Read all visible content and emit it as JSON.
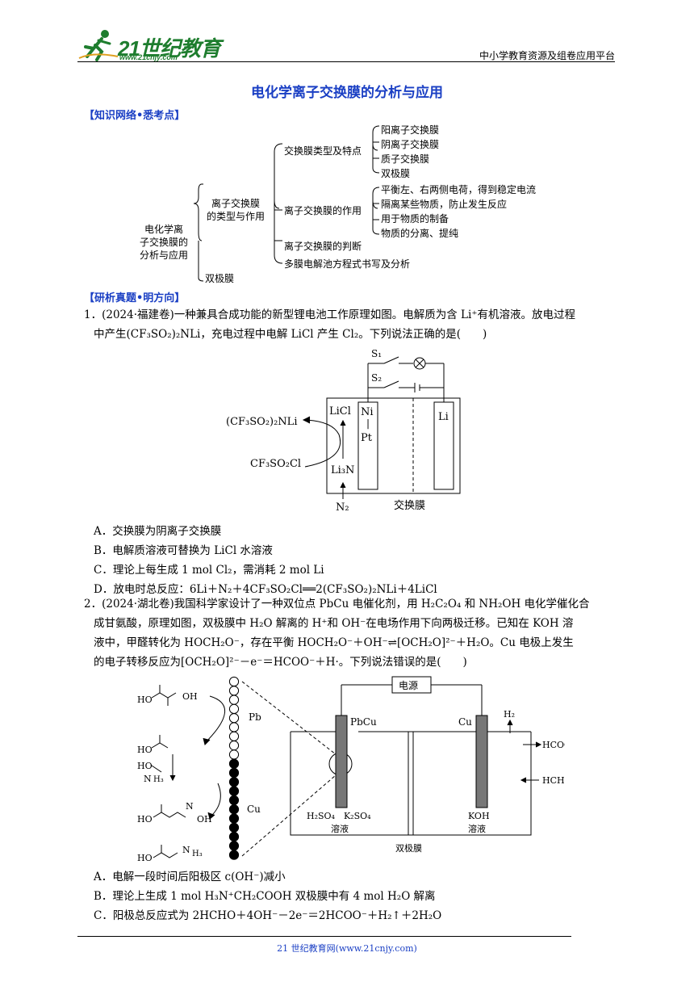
{
  "header": {
    "logo_text": "21世纪教育",
    "logo_url": "www.21cnjy.com",
    "platform": "中小学教育资源及组卷应用平台"
  },
  "title": "电化学离子交换膜的分析与应用",
  "section1": "【知识网络•悉考点】",
  "mindmap": {
    "root": [
      "电化学离",
      "子交换膜的",
      "分析与应用"
    ],
    "branch1": [
      "离子交换膜",
      "的类型与作用"
    ],
    "branch2": "双极膜",
    "types_label": "交换膜类型及特点",
    "types": [
      "阳离子交换膜",
      "阴离子交换膜",
      "质子交换膜",
      "双极膜"
    ],
    "roles_label": "离子交换膜的作用",
    "roles": [
      "平衡左、右两侧电荷，得到稳定电流",
      "隔离某些物质，防止发生反应",
      "用于物质的制备",
      "物质的分离、提纯"
    ],
    "judge": "离子交换膜的判断",
    "multi": "多膜电解池方程式书写及分析"
  },
  "section2": "【研析真题•明方向】",
  "q1": {
    "stem_l1": "1．(2024·福建卷)一种兼具合成功能的新型锂电池工作原理如图。电解质为含 Li⁺有机溶液。放电过程",
    "stem_l2": "中产生(CF₃SO₂)₂NLi，充电过程中电解 LiCl 产生 Cl₂。下列说法正确的是(　　)",
    "options": [
      "A．交换膜为阴离子交换膜",
      "B．电解质溶液可替换为 LiCl 水溶液",
      "C．理论上每生成 1 mol Cl₂，需消耗 2 mol Li",
      "D．放电时总反应：6Li＋N₂＋4CF₃SO₂Cl══2(CF₃SO₂)₂NLi＋4LiCl"
    ],
    "fig": {
      "s1": "S₁",
      "s2": "S₂",
      "licl": "LiCl",
      "ni": "Ni",
      "pt": "Pt",
      "li": "Li",
      "prod": "(CF₃SO₂)₂NLi",
      "reag": "CF₃SO₂Cl",
      "li3n": "Li₃N",
      "n2": "N₂",
      "membrane": "交换膜"
    }
  },
  "q2": {
    "l1": "2．(2024·湖北卷)我国科学家设计了一种双位点 PbCu 电催化剂，用 H₂C₂O₄ 和 NH₂OH 电化学催化合",
    "l2": "成甘氨酸，原理如图，双极膜中 H₂O 解离的 H⁺和 OH⁻在电场作用下向两极迁移。已知在 KOH 溶",
    "l3": "液中，甲醛转化为 HOCH₂O⁻，存在平衡 HOCH₂O⁻＋OH⁻⇌[OCH₂O]²⁻＋H₂O。Cu 电极上发生",
    "l4": "的电子转移反应为[OCH₂O]²⁻－e⁻＝HCOO⁻＋H·。下列说法错误的是(　　)",
    "options": [
      "A．电解一段时间后阳极区 c(OH⁻)减小",
      "B．理论上生成 1 mol H₃N⁺CH₂COOH 双极膜中有 4 mol H₂O 解离",
      "C．阳极总反应式为 2HCHO＋4OH⁻－2e⁻＝2HCOO⁻＋H₂↑＋2H₂O"
    ],
    "fig": {
      "power": "电源",
      "pbcu": "PbCu",
      "cu_el": "Cu",
      "h2": "H₂",
      "hcoo": "HCOO⁻",
      "hcho": "HCHO",
      "left_sol1": "H₂SO₄　K₂SO₄",
      "left_sol2": "溶液",
      "right_sol1": "KOH",
      "right_sol2": "溶液",
      "bpm": "双极膜",
      "pb": "Pb",
      "cu": "Cu",
      "m1": "HO",
      "m1b": "OH",
      "m2": "HO",
      "m3": "HO",
      "m3b": "N",
      "m3c": "H₃",
      "m4": "HO",
      "m4b": "N",
      "m4c": "OH",
      "m5": "HO",
      "m5b": "N",
      "m5c": "H₃"
    }
  },
  "footer": "21 世纪教育网(www.21cnjy.com)"
}
